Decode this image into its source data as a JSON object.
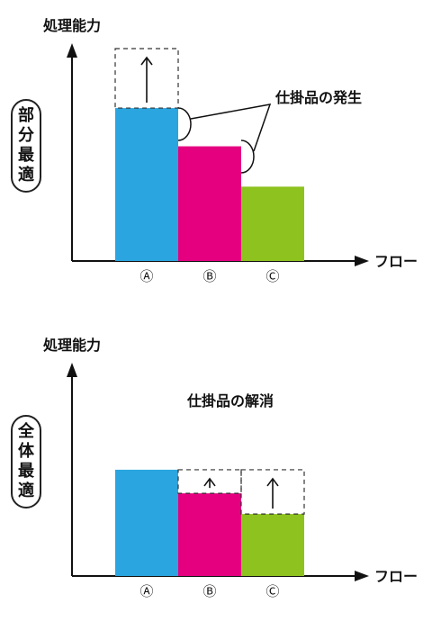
{
  "colors": {
    "a": "#2aa5df",
    "b": "#e5007f",
    "c": "#8dc21f",
    "axis": "#111111"
  },
  "common": {
    "y_axis_label": "処理能力",
    "x_axis_label": "フロー",
    "categories": [
      "Ⓐ",
      "Ⓑ",
      "Ⓒ"
    ]
  },
  "top": {
    "side_label": [
      "部",
      "分",
      "最",
      "適"
    ],
    "annotation": "仕掛品の発生",
    "bars": [
      0.72,
      0.54,
      0.35
    ],
    "dashed_targets": [
      1.0,
      null,
      null
    ]
  },
  "bottom": {
    "side_label": [
      "全",
      "体",
      "最",
      "適"
    ],
    "annotation": "仕掛品の解消",
    "bars": [
      0.72,
      0.56,
      0.42
    ],
    "dashed_targets": [
      null,
      0.72,
      0.72
    ]
  }
}
